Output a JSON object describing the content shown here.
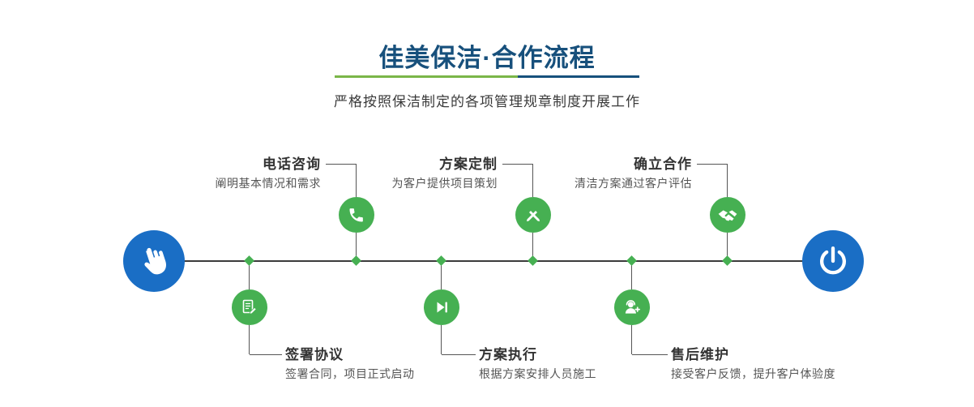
{
  "header": {
    "title": "佳美保洁·合作流程",
    "subtitle": "严格按照保洁制定的各项管理规章制度开展工作"
  },
  "steps_top": [
    {
      "label": "电话咨询",
      "desc": "阐明基本情况和需求",
      "icon": "phone-icon"
    },
    {
      "label": "方案定制",
      "desc": "为客户提供项目策划",
      "icon": "design-tools-icon"
    },
    {
      "label": "确立合作",
      "desc": "清洁方案通过客户评估",
      "icon": "handshake-icon"
    }
  ],
  "steps_bottom": [
    {
      "label": "签署协议",
      "desc": "签署合同，项目正式启动",
      "icon": "sign-document-icon"
    },
    {
      "label": "方案执行",
      "desc": "根据方案安排人员施工",
      "icon": "play-next-icon"
    },
    {
      "label": "售后维护",
      "desc": "接受客户反馈，提升客户体验度",
      "icon": "customer-service-icon"
    }
  ],
  "endpoints": {
    "start_icon": "hand-pointer-icon",
    "end_icon": "power-icon"
  },
  "colors": {
    "green": "#46b052",
    "blue": "#1a6ec5",
    "navy": "#17507c"
  }
}
